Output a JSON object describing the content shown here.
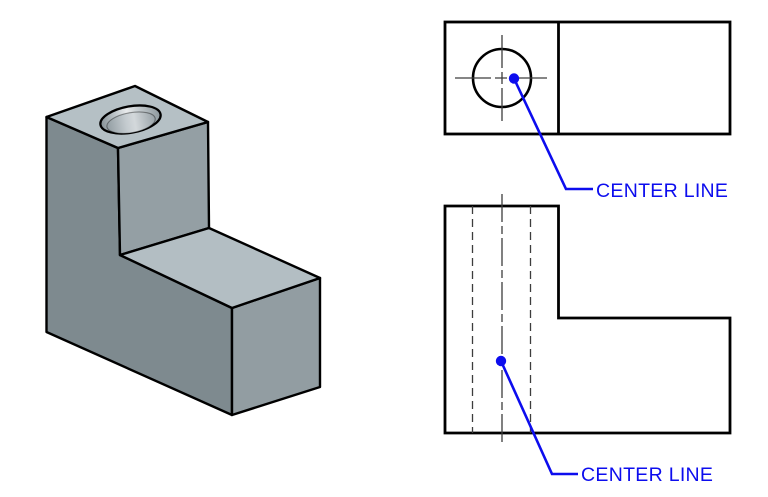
{
  "figure": {
    "kind": "engineering-drawing",
    "views": {
      "isometric": {
        "name": "isometric-model-view"
      },
      "top": {
        "name": "top-orthographic-view"
      },
      "front": {
        "name": "front-orthographic-view"
      }
    }
  },
  "annotations": {
    "top_view_label": "CENTER LINE",
    "front_view_label": "CENTER LINE"
  },
  "colors": {
    "background": "#FFFFFF",
    "edge_black": "#000000",
    "thin_line": "#3D3D3D",
    "annotation_blue": "#0D0DEE",
    "face_dark": "#7E8A8F",
    "face_medium": "#949FA4",
    "face_medium_right": "#929DA2",
    "face_top": "#B5C0C5",
    "face_step_top": "#B3BEC3",
    "bore_base": "#9AA4A9"
  }
}
